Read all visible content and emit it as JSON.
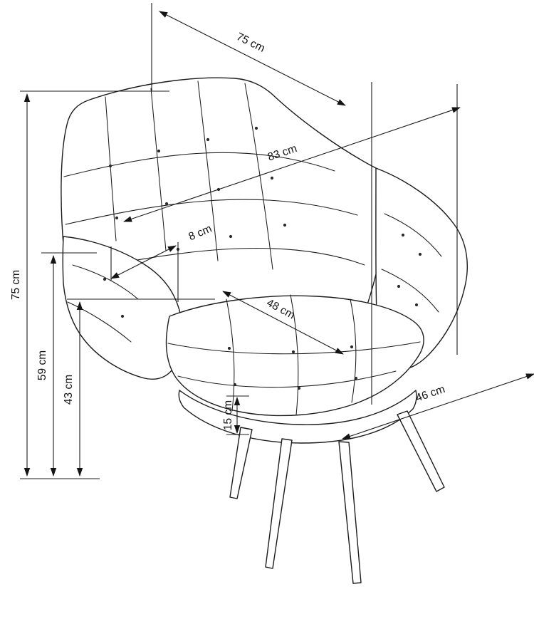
{
  "diagram": {
    "subject": "upholstered-armchair-dimension-drawing",
    "unit": "cm",
    "colors": {
      "line": "#1c1c1c",
      "background": "#ffffff"
    },
    "dimensions": {
      "overall_width_top": {
        "label": "75 cm",
        "value": 75
      },
      "diagonal_depth": {
        "label": "83 cm",
        "value": 83
      },
      "armrest_thickness": {
        "label": "8 cm",
        "value": 8
      },
      "seat_width": {
        "label": "48 cm",
        "value": 48
      },
      "seat_depth": {
        "label": "46 cm",
        "value": 46
      },
      "overall_height": {
        "label": "75 cm",
        "value": 75
      },
      "armrest_height": {
        "label": "59 cm",
        "value": 59
      },
      "seat_height": {
        "label": "43 cm",
        "value": 43
      },
      "cushion_thickness": {
        "label": "15 cm",
        "value": 15
      }
    }
  }
}
